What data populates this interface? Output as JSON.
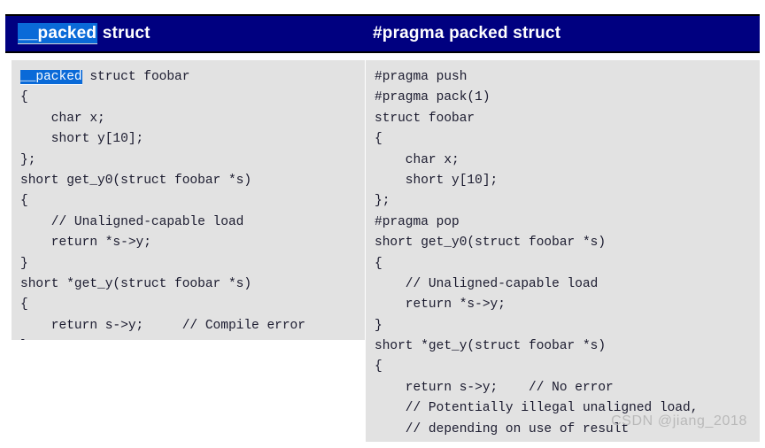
{
  "slide": {
    "title_bar": {
      "left_heading": {
        "highlighted_text": "__packed",
        "rest_text": " struct"
      },
      "right_heading": "#pragma packed struct"
    },
    "colors": {
      "header_background": "#000080",
      "header_text": "#ffffff",
      "highlight_background": "#0a6ad8",
      "code_background": "#e2e2e2",
      "code_text": "#1a1a2e",
      "watermark_text": "#b9b9b9",
      "page_background": "#ffffff"
    },
    "watermark": "CSDN @jiang_2018"
  },
  "panels": {
    "left": {
      "label": "__packed struct",
      "lines": [
        {
          "pre": "",
          "highlight": "__packed",
          "post": " struct foobar"
        },
        {
          "pre": "{"
        },
        {
          "pre": "    char x;"
        },
        {
          "pre": "    short y[10];"
        },
        {
          "pre": "};"
        },
        {
          "pre": "short get_y0(struct foobar *s)"
        },
        {
          "pre": "{"
        },
        {
          "pre": "    // Unaligned-capable load"
        },
        {
          "pre": "    return *s->y;"
        },
        {
          "pre": "}"
        },
        {
          "pre": "short *get_y(struct foobar *s)"
        },
        {
          "pre": "{"
        },
        {
          "pre": "    return s->y;     // Compile error"
        },
        {
          "pre": "}"
        }
      ]
    },
    "right": {
      "label": "#pragma packed struct",
      "lines": [
        {
          "pre": "#pragma push"
        },
        {
          "pre": "#pragma pack(1)"
        },
        {
          "pre": "struct foobar"
        },
        {
          "pre": "{"
        },
        {
          "pre": "    char x;"
        },
        {
          "pre": "    short y[10];"
        },
        {
          "pre": "};"
        },
        {
          "pre": "#pragma pop"
        },
        {
          "pre": "short get_y0(struct foobar *s)"
        },
        {
          "pre": "{"
        },
        {
          "pre": "    // Unaligned-capable load"
        },
        {
          "pre": "    return *s->y;"
        },
        {
          "pre": "}"
        },
        {
          "pre": "short *get_y(struct foobar *s)"
        },
        {
          "pre": "{"
        },
        {
          "pre": "    return s->y;    // No error"
        },
        {
          "pre": "    // Potentially illegal unaligned load,"
        },
        {
          "pre": "    // depending on use of result"
        },
        {
          "pre": "}"
        }
      ]
    }
  }
}
